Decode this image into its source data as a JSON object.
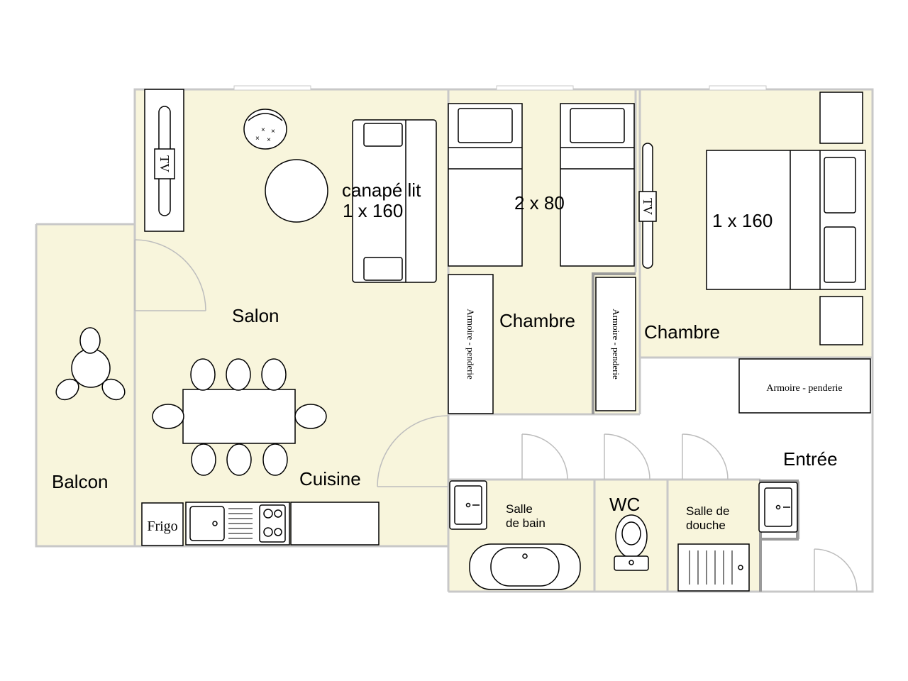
{
  "colors": {
    "floor": "#f8f5dc",
    "wall": "#c8c8c8",
    "line": "#000000",
    "furniture": "#ffffff"
  },
  "rooms": {
    "salon": "Salon",
    "cuisine": "Cuisine",
    "balcon": "Balcon",
    "chambre_1": "Chambre",
    "chambre_2": "Chambre",
    "entree": "Entrée",
    "salle_de_bain": [
      "Salle",
      "de bain"
    ],
    "wc": "WC",
    "salle_de_douche": [
      "Salle de",
      "douche"
    ]
  },
  "furniture": {
    "sofa_bed": [
      "canapé lit",
      "1 x 160"
    ],
    "twin_beds": "2 x 80",
    "double_bed": "1 x 160",
    "tv_salon": "TV",
    "tv_chambre": "TV",
    "wardrobe_1": "Armoire - penderie",
    "wardrobe_2": "Armoire - penderie",
    "wardrobe_3": "Armoire - penderie",
    "fridge": "Frigo"
  }
}
